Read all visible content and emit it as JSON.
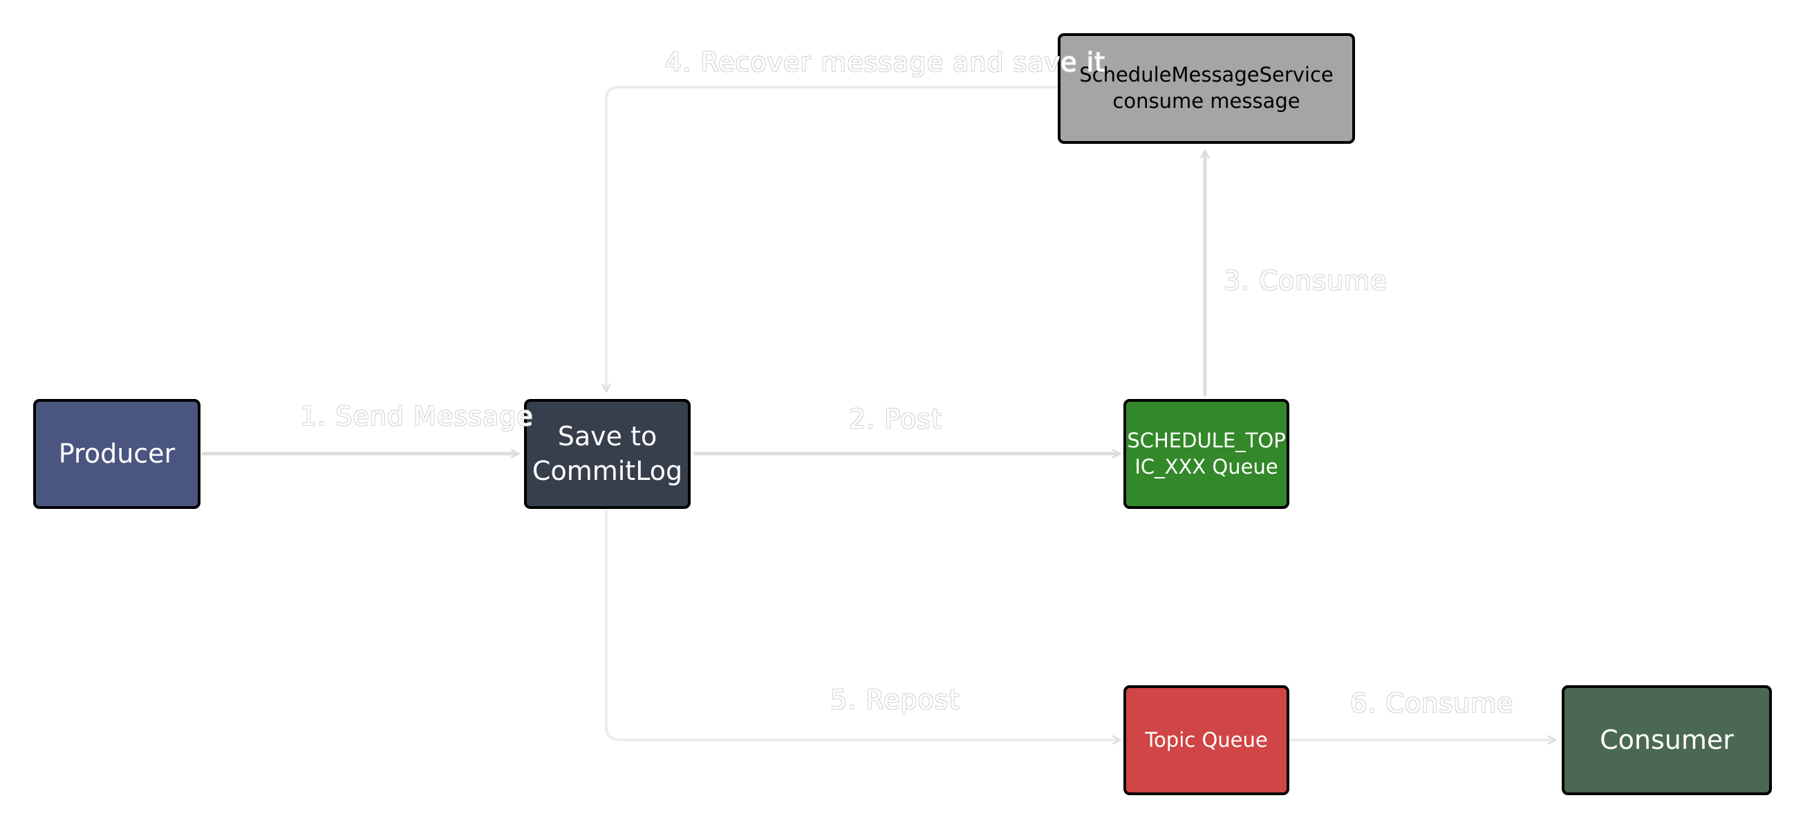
{
  "nodes": {
    "producer": {
      "label": "Producer",
      "color": "#4a5580"
    },
    "commitlog": {
      "label": "Save to\nCommitLog",
      "color": "#373f4d"
    },
    "schedule_topic": {
      "label": "SCHEDULE_TOP\nIC_XXX Queue",
      "color": "#338829"
    },
    "schedule_service": {
      "label": "ScheduleMessageService\nconsume message",
      "color": "#a5a5a5"
    },
    "topic_queue": {
      "label": "Topic Queue",
      "color": "#d04545"
    },
    "consumer": {
      "label": "Consumer",
      "color": "#4b6852"
    }
  },
  "edges": {
    "send": {
      "label": "1. Send Message"
    },
    "post": {
      "label": "2. Post"
    },
    "consume3": {
      "label": "3. Consume"
    },
    "recover": {
      "label": "4. Recover message and save it"
    },
    "repost": {
      "label": "5. Repost"
    },
    "consume6": {
      "label": "6. Consume"
    }
  }
}
